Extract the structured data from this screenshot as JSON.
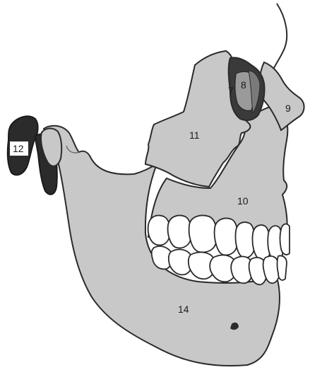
{
  "labels": {
    "l7": "7",
    "l8": "8",
    "l9": "9",
    "l10": "10",
    "l11": "11",
    "l12": "12",
    "l14": "14"
  },
  "colors": {
    "bone": "#c8c8c8",
    "outline": "#2a2a2a",
    "dark": "#2b2b2b",
    "shadow": "#6e6e6e",
    "tooth": "#ffffff",
    "background": "#ffffff"
  }
}
